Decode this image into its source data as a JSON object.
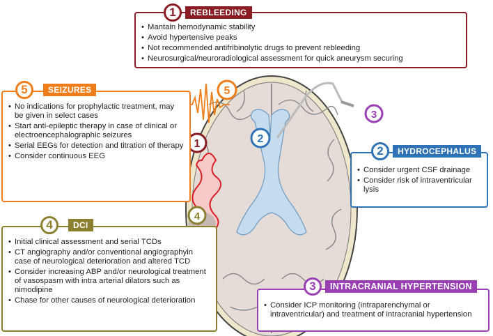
{
  "colors": {
    "rebleeding": "#8b1c24",
    "seizures": "#ef7d1a",
    "hydrocephalus": "#2f72b6",
    "dci": "#8a8030",
    "intracranial": "#9a3fb4"
  },
  "rebleeding": {
    "num": "1",
    "title": "REBLEEDING",
    "items": [
      "Mantain hemodynamic stability",
      "Avoid hypertensive peaks",
      "Not recommended antifribinolytic drugs to prevent rebleeding",
      "Neurosurgical/neuroradiological assessment for quick aneurysm securing"
    ]
  },
  "seizures": {
    "num": "5",
    "title": "SEIZURES",
    "items": [
      "No indications for prophylactic treatment, may be given in select cases",
      "Start anti-epileptic therapy in case of clinical or electroencephalographic seizures",
      "Serial EEGs for detection and titration of therapy",
      "Consider continuous EEG"
    ]
  },
  "hydrocephalus": {
    "num": "2",
    "title": "HYDROCEPHALUS",
    "items": [
      "Consider urgent CSF drainage",
      "Consider risk of intraventricular lysis"
    ]
  },
  "dci": {
    "num": "4",
    "title": "DCI",
    "items": [
      "Initial clinical assessment and serial TCDs",
      "CT angiography and/or conventional angiographyin case of neurological deterioration and altered TCD",
      "Consider increasing ABP and/or neurological treatment of vasospasm with intra arterial dilators such as nimodipine",
      "Chase for other causes of neurological deterioration"
    ]
  },
  "intracranial": {
    "num": "3",
    "title": "INTRACRANIAL HYPERTENSION",
    "items": [
      "Consider ICP monitoring (intraparenchymal or intraventricular) and treatment of intracranial hypertension"
    ]
  },
  "brain_markers": {
    "m1": "1",
    "m2": "2",
    "m3": "3",
    "m4": "4",
    "m5": "5"
  }
}
